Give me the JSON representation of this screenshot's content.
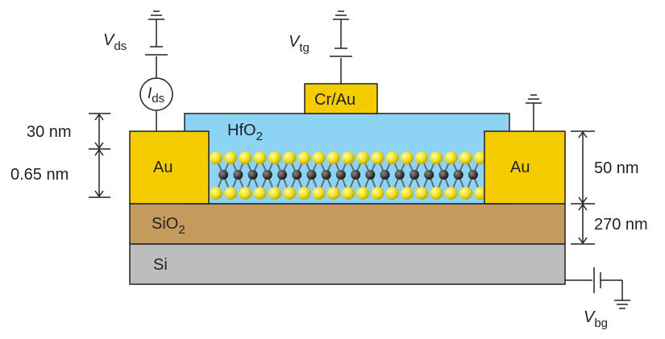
{
  "layers": {
    "si": "Si",
    "sio2_main": "SiO",
    "sio2_sub": "2",
    "hfo2_main": "HfO",
    "hfo2_sub": "2",
    "au_left": "Au",
    "au_right": "Au",
    "gate_contact": "Cr/Au"
  },
  "labels": {
    "vds_main": "V",
    "vds_sub": "ds",
    "vtg_main": "V",
    "vtg_sub": "tg",
    "ids_main": "I",
    "ids_sub": "ds",
    "vbg_main": "V",
    "vbg_sub": "bg"
  },
  "dimensions": {
    "t_30": "30 nm",
    "t_065": "0.65 nm",
    "t_50": "50 nm",
    "t_270": "270 nm"
  },
  "colors": {
    "si": "#bdbdbd",
    "sio2": "#c49a5e",
    "hfo2": "#8dd3f3",
    "gold": "#f4cc00",
    "sulfur": "#f2e432",
    "metal_atom": "#2e2e2e",
    "wire": "#222222"
  }
}
